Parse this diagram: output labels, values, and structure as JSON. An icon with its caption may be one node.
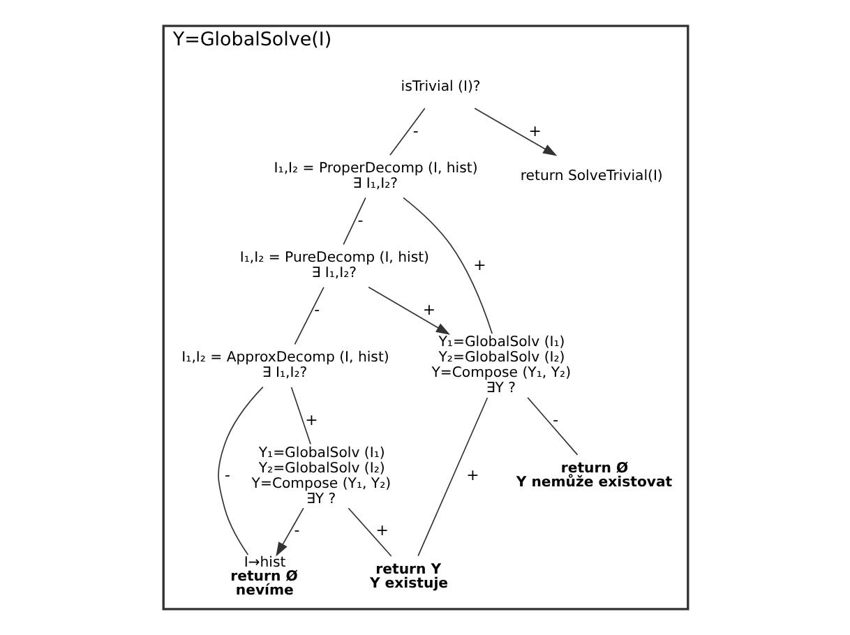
{
  "diagram": {
    "nodes": [
      {
        "text": [
          "Y=GlobalSolve(I)"
        ]
      },
      {
        "text": [
          "isTrivial (I)?"
        ],
        "in": 0
      },
      {
        "text": [
          "return SolveTrivial(I)"
        ],
        "in": 0
      },
      {
        "text": [
          "I₁,I₂ = ProperDecomp (I, hist)",
          "∃ I₁,I₂?"
        ],
        "in": 0
      },
      {
        "text": [
          "I₁,I₂ = PureDecomp (I, hist)",
          "∃ I₁,I₂?"
        ],
        "in": 0
      },
      {
        "text": [
          "Y₁=GlobalSolv (I₁) Y₂=GlobalSolv (I₂) Y=Compose (Y₁, Y₂)",
          "∃Y ?"
        ],
        "in": 0
      },
      {
        "text": [
          "I₁,I₂ = ApproxDecomp (I, hist)",
          "∃ I₁,I₂?"
        ],
        "in": 0
      },
      {
        "text": [
          "return Y",
          "Y existuje"
        ],
        "in": 0
      },
      {
        "text": [
          "return Ø",
          "Y nemůže existovat"
        ],
        "in": 0
      },
      {
        "text": [
          "Y₁=GlobalSolv (I₁) Y₂=GlobalSolv (I₂) Y=Compose (Y₁, Y₂)",
          "∃Y ?"
        ],
        "in": 0
      },
      {
        "text": [
          "I→hist",
          "return Ø",
          "nevíme"
        ],
        "in": 0
      }
    ],
    "edges": [
      {
        "from": 1,
        "to": 3,
        "label": "-",
        "arrow": "none"
      },
      {
        "from": 1,
        "to": 2,
        "label": "+",
        "arrow": "to"
      },
      {
        "from": 3,
        "to": 4,
        "label": "-",
        "arrow": "none"
      },
      {
        "from": 3,
        "to": 5,
        "label": "+",
        "arrow": "none"
      },
      {
        "from": 4,
        "to": 6,
        "label": "-",
        "arrow": "none"
      },
      {
        "from": 4,
        "to": 5,
        "label": "+",
        "arrow": "to"
      },
      {
        "from": 5,
        "to": 7,
        "label": "+",
        "arrow": "none"
      },
      {
        "from": 5,
        "to": 8,
        "label": "-",
        "arrow": "none"
      },
      {
        "from": 6,
        "to": 10,
        "label": "-",
        "arrow": "none"
      },
      {
        "from": 6,
        "to": 9,
        "label": "+",
        "arrow": "none"
      },
      {
        "from": 9,
        "to": 10,
        "label": "-",
        "arrow": "to"
      },
      {
        "from": 9,
        "to": 7,
        "label": "+",
        "arrow": "none"
      }
    ]
  }
}
